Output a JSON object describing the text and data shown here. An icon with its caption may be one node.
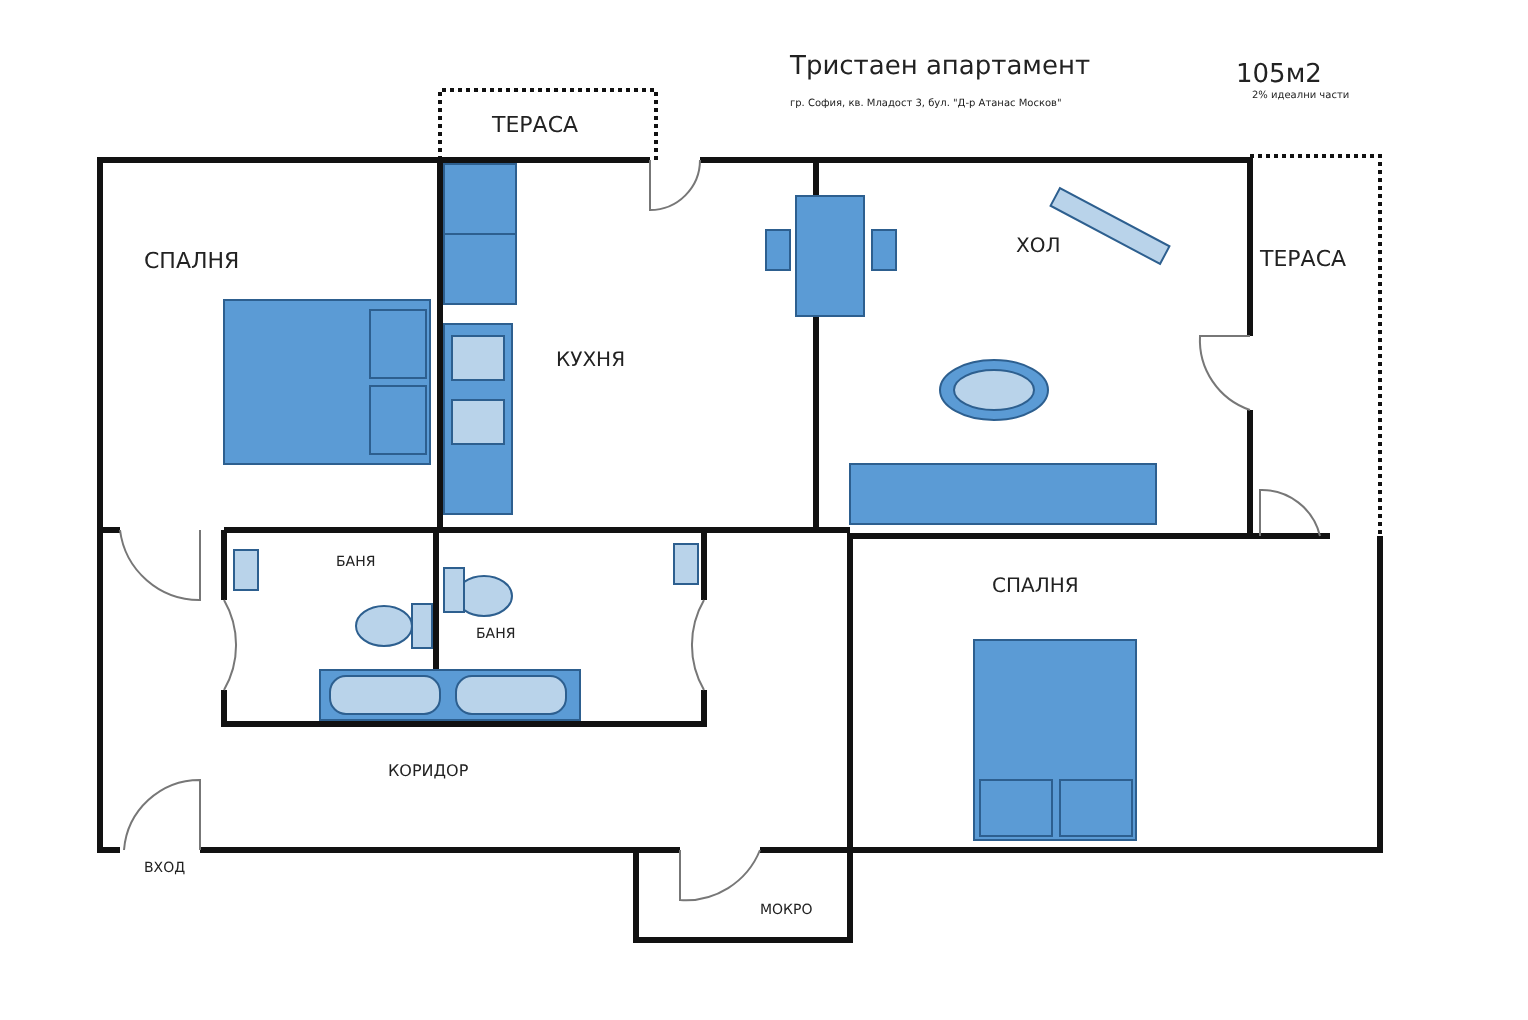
{
  "diagram": {
    "title": "Тристаен апартамент",
    "labels": [
      "гр. София, кв. Младост 3, бул. \"Д-р Атанас Москов\"",
      "105м2",
      "2% идеални части",
      "ТЕРАСА",
      "СПАЛНЯ",
      "ХОЛ",
      "ТЕРАСА",
      "КУХНЯ",
      "БАНЯ",
      "БАНЯ",
      "СПАЛНЯ",
      "КОРИДОР",
      "ВХОД",
      "МОКРО"
    ]
  }
}
